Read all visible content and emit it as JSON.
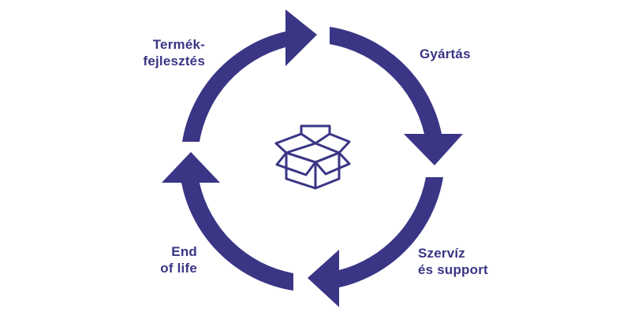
{
  "diagram": {
    "accent_color": "#3a3585",
    "center_icon": "open-box-icon",
    "stages": [
      {
        "id": "top-left",
        "lines": [
          "Termék-",
          "fejlesztés"
        ]
      },
      {
        "id": "top-right",
        "lines": [
          "Gyártás"
        ]
      },
      {
        "id": "bottom-right",
        "lines": [
          "Szervíz",
          "és support"
        ]
      },
      {
        "id": "bottom-left",
        "lines": [
          "End",
          "of life"
        ]
      }
    ]
  }
}
